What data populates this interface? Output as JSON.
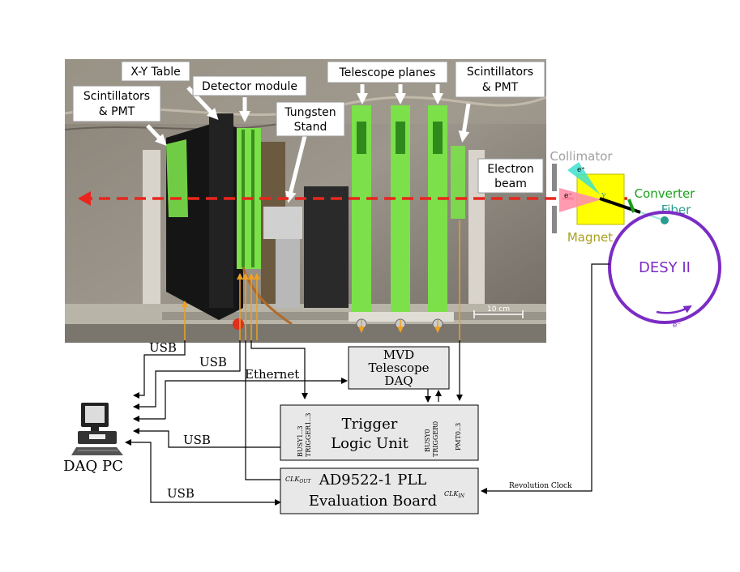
{
  "photo_labels": {
    "scint_left": [
      "Scintillators",
      "& PMT"
    ],
    "xy_table": "X-Y Table",
    "detector_module": "Detector module",
    "tungsten": [
      "Tungsten",
      "Stand"
    ],
    "telescope_planes": "Telescope planes",
    "scint_right": [
      "Scintillators",
      "& PMT"
    ],
    "electron_beam": [
      "Electron",
      "beam"
    ],
    "scale_bar": "10 cm"
  },
  "beamline": {
    "collimator": "Collimator",
    "converter": "Converter",
    "fiber": "Fiber",
    "magnet": "Magnet",
    "desy": "DESY II",
    "e_plus": "e⁺",
    "e_minus": "e⁻",
    "gamma": "γ",
    "e_minus_ring": "e⁻"
  },
  "boxes": {
    "mvd": [
      "MVD",
      "Telescope",
      "DAQ"
    ],
    "tlu": [
      "Trigger",
      "Logic Unit"
    ],
    "tlu_busy": [
      "BUSY1..3",
      "TRIGGER1..3"
    ],
    "tlu_busy0": [
      "BUSY0",
      "TRIGGER0"
    ],
    "tlu_pmt": "PMT0..3",
    "pll": [
      "AD9522-1 PLL",
      "Evaluation Board"
    ],
    "clk_out": "CLK",
    "clk_out_sub": "OUT",
    "clk_in": "CLK",
    "clk_in_sub": "IN"
  },
  "links": {
    "usb1": "USB",
    "usb2": "USB",
    "ethernet": "Ethernet",
    "usb3": "USB",
    "usb4": "USB",
    "revolution_clock": "Revolution Clock"
  },
  "pc": {
    "label": "DAQ PC"
  },
  "colors": {
    "green_module": "#7be04a",
    "beam_red": "#e8261d",
    "signal_orange": "#f0a020",
    "ring_purple": "#7b2cc4",
    "magnet_yellow": "#ffff00",
    "converter_green": "#1aa01a",
    "fiber_teal": "#2a9d8f",
    "box_grey": "#e8e8e8"
  }
}
